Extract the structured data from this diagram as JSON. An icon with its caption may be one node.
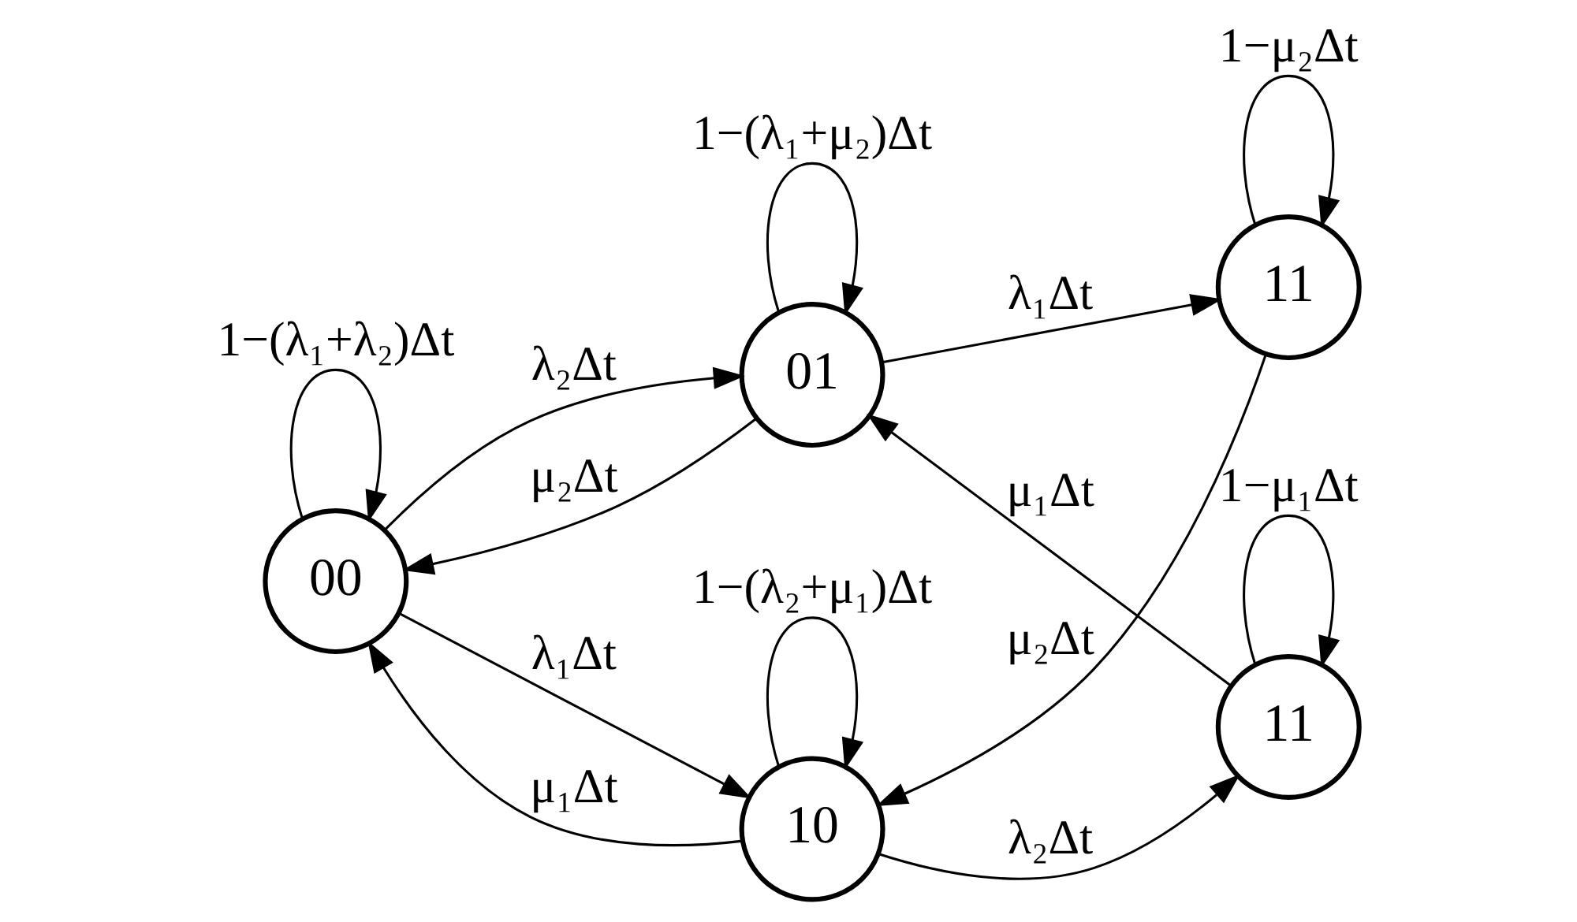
{
  "diagram": {
    "nodes": [
      {
        "text": [
          "00"
        ]
      },
      {
        "text": [
          "01"
        ]
      },
      {
        "text": [
          "10"
        ]
      },
      {
        "text": [
          "11"
        ]
      },
      {
        "text": [
          "11"
        ]
      }
    ],
    "edges": [
      {
        "from": 0,
        "to": 0,
        "arrow": "to",
        "label": "1−(λ₁+λ₂)Δt"
      },
      {
        "from": 0,
        "to": 1,
        "arrow": "to",
        "label": "λ₂Δt"
      },
      {
        "from": 1,
        "to": 0,
        "arrow": "to",
        "label": "μ₂Δt"
      },
      {
        "from": 0,
        "to": 2,
        "arrow": "to",
        "label": "λ₁Δt"
      },
      {
        "from": 2,
        "to": 0,
        "arrow": "to",
        "label": "μ₁Δt"
      },
      {
        "from": 1,
        "to": 1,
        "arrow": "to",
        "label": "1−(λ₁+μ₂)Δt"
      },
      {
        "from": 1,
        "to": 3,
        "arrow": "to",
        "label": "λ₁Δt"
      },
      {
        "from": 3,
        "to": 3,
        "arrow": "to",
        "label": "1−μ₂Δt"
      },
      {
        "from": 3,
        "to": 2,
        "arrow": "to",
        "label": "μ₂Δt"
      },
      {
        "from": 4,
        "to": 1,
        "arrow": "to",
        "label": "μ₁Δt"
      },
      {
        "from": 2,
        "to": 4,
        "arrow": "to",
        "label": "λ₂Δt"
      },
      {
        "from": 2,
        "to": 2,
        "arrow": "to",
        "label": "1−(λ₂+μ₁)Δt"
      },
      {
        "from": 4,
        "to": 4,
        "arrow": "to",
        "label": "1−μ₁Δt"
      }
    ]
  }
}
